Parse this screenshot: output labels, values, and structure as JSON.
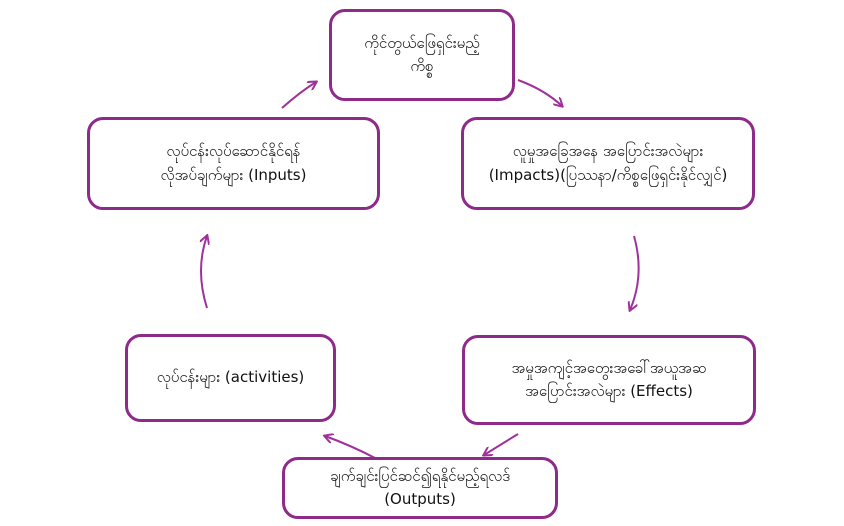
{
  "diagram": {
    "accent_color": "#8e2a8a",
    "nodes": [
      {
        "id": "issue",
        "line1": "ကိုင်တွယ်ဖြေရှင်းမည့်",
        "line2": "ကိစ္စ"
      },
      {
        "id": "impacts",
        "line1": "လူမှုအခြေအနေ အပြောင်းအလဲများ",
        "line2": "(Impacts)(ပြဿနာ/ကိစ္စဖြေရှင်းနိုင်လျှင်)"
      },
      {
        "id": "effects",
        "line1": "အမှုအကျင့်အတွေးအခေါ်အယူအဆ",
        "line2": "အပြောင်းအလဲများ (Effects)"
      },
      {
        "id": "outputs",
        "line1": "ချက်ချင်းပြင်ဆင်၍ရနိုင်မည့်ရလဒ်",
        "line2": "(Outputs)"
      },
      {
        "id": "activities",
        "line1": "လုပ်ငန်းများ (activities)",
        "line2": ""
      },
      {
        "id": "inputs",
        "line1": "လုပ်ငန်းလုပ်ဆောင်နိုင်ရန်",
        "line2": "လိုအပ်ချက်များ (Inputs)"
      }
    ]
  }
}
